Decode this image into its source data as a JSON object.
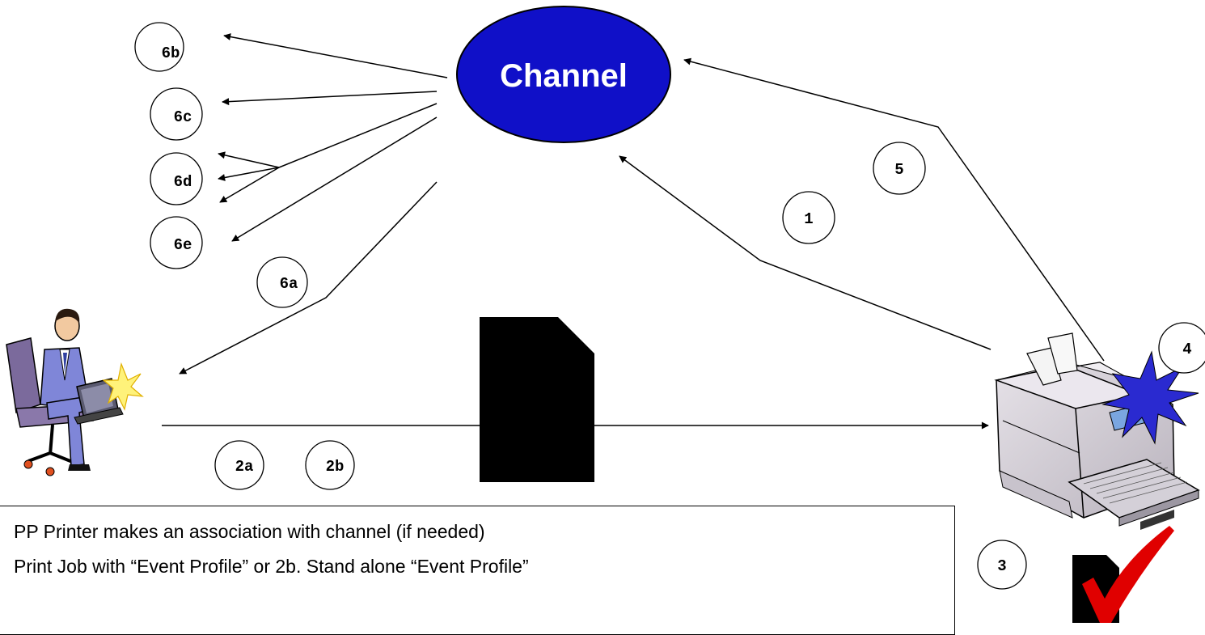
{
  "channel": {
    "label": "Channel",
    "fill": "#1010c8"
  },
  "steps": {
    "s1": "1",
    "s2a": "2a",
    "s2b": "2b",
    "s3": "3",
    "s4": "4",
    "s5": "5",
    "s6a": "6a",
    "s6b": "6b",
    "s6c": "6c",
    "s6d": "6d",
    "s6e": "6e"
  },
  "notes": {
    "line1": "PP Printer makes an association with channel (if needed)",
    "line2": "Print Job with “Event Profile” or 2b. Stand alone “Event Profile”"
  },
  "icons": {
    "user": "user-at-laptop-icon",
    "printer": "printer-icon",
    "document": "document-icon",
    "checkmark": "checkmark-icon",
    "burst": "event-burst-icon"
  },
  "colors": {
    "check": "#e00000",
    "burst": "#2a2ad0"
  }
}
